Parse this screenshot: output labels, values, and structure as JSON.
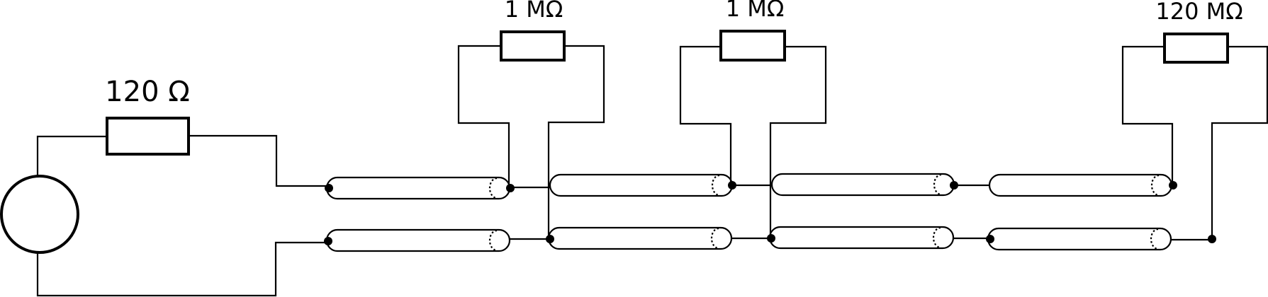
{
  "diagram": {
    "components": {
      "source": {
        "icon": "ac-source-circle"
      },
      "series_resistor": {
        "label": "120 Ω"
      },
      "branch_resistor_1": {
        "label": "1 MΩ"
      },
      "branch_resistor_2": {
        "label": "1 MΩ"
      },
      "branch_resistor_3": {
        "label": "120 MΩ"
      }
    },
    "colors": {
      "stroke": "#000000",
      "background": "#ffffff"
    }
  }
}
